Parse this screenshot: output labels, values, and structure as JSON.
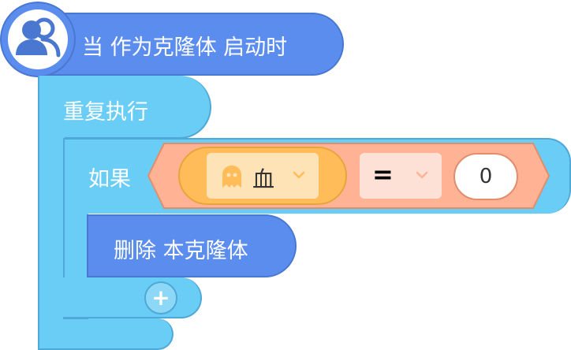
{
  "hat_block": {
    "label": "当 作为克隆体 启动时",
    "icon": "clone-users-icon"
  },
  "forever_block": {
    "label": "重复执行"
  },
  "if_block": {
    "label": "如果",
    "condition": {
      "variable": {
        "label": "血",
        "icon": "ghost-icon"
      },
      "operator": "=",
      "value": "0"
    }
  },
  "action_block": {
    "label": "删除 本克隆体"
  },
  "add_button": {
    "label": "+"
  },
  "colors": {
    "motion_blue": "#5b8def",
    "control_cyan": "#6acdf5",
    "operator_salmon": "#ffb394",
    "variable_orange": "#ffbc59"
  }
}
